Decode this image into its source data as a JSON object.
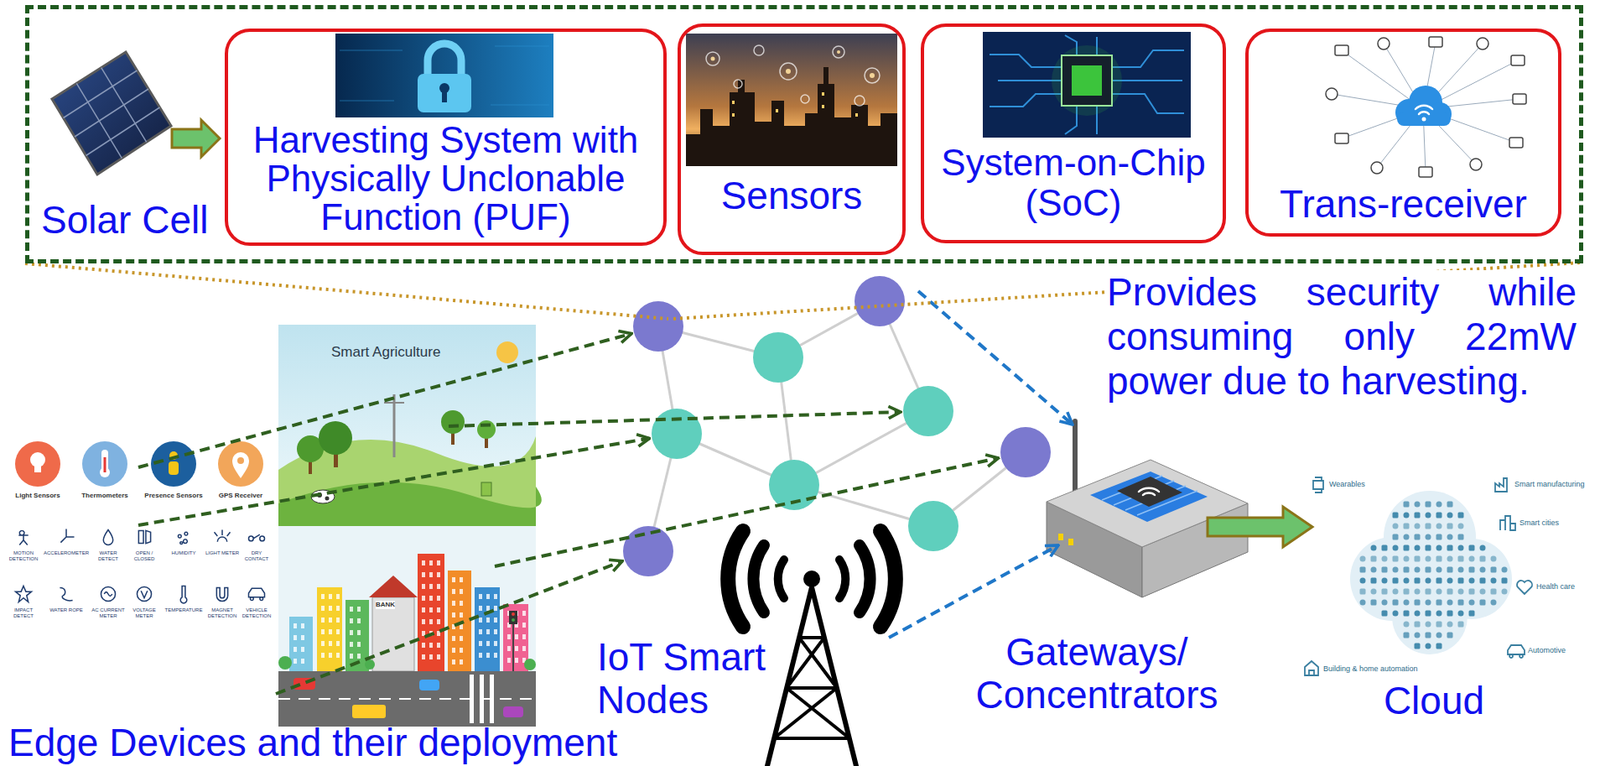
{
  "diagram": {
    "nodes": [
      {
        "text": [
          "Solar Cell"
        ]
      },
      {
        "text": [
          "Harvesting System with Physically Unclonable Function (PUF)"
        ],
        "in": 0
      },
      {
        "text": [
          "Sensors"
        ],
        "in": 0
      },
      {
        "text": [
          "System-on-Chip (SoC)"
        ],
        "in": 0
      },
      {
        "text": [
          "Trans-receiver"
        ],
        "in": 0
      }
    ],
    "labels": [
      "Provides security while consuming only 22mW power due to harvesting.",
      "Smart Agriculture",
      "Light Sensors",
      "Thermometers",
      "Presence Sensors",
      "GPS Receiver",
      "MOTION DETECTION",
      "ACCELEROMETER",
      "WATER DETECT",
      "OPEN / CLOSED",
      "HUMIDITY",
      "LIGHT METER",
      "DRY CONTACT",
      "IMPACT DETECT",
      "WATER ROPE",
      "AC CURRENT METER",
      "VOLTAGE METER",
      "TEMPERATURE",
      "MAGNET DETECTION",
      "VEHICLE DETECTION",
      "BANK",
      "IoT Smart Nodes",
      "Gateways/ Concentrators",
      "Wearables",
      "Smart manufacturing",
      "Smart cities",
      "Health care",
      "Automotive",
      "Building & home automation",
      "Cloud",
      "Edge Devices and their deployment"
    ]
  }
}
